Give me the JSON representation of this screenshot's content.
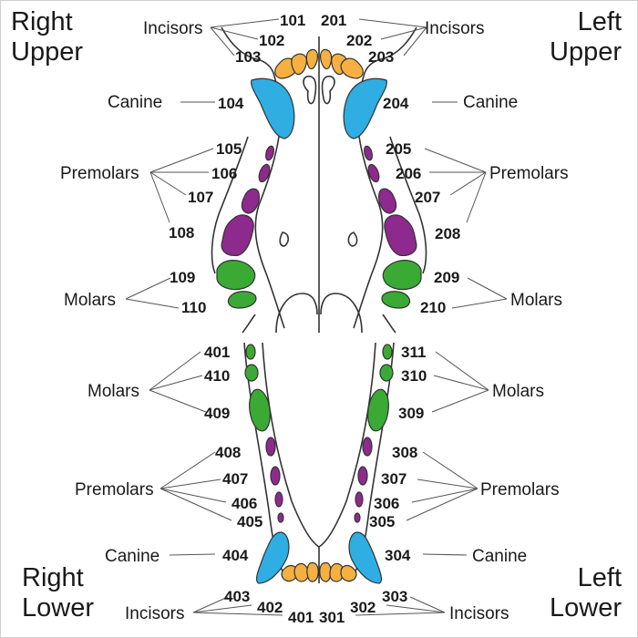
{
  "quadrants": {
    "right_upper": [
      "Right",
      "Upper"
    ],
    "left_upper": [
      "Left",
      "Upper"
    ],
    "right_lower": [
      "Right",
      "Lower"
    ],
    "left_lower": [
      "Left",
      "Lower"
    ]
  },
  "groups": {
    "incisors": "Incisors",
    "canine": "Canine",
    "premolars": "Premolars",
    "molars": "Molars"
  },
  "teeth": {
    "t101": "101",
    "t102": "102",
    "t103": "103",
    "t104": "104",
    "t105": "105",
    "t106": "106",
    "t107": "107",
    "t108": "108",
    "t109": "109",
    "t110": "110",
    "t201": "201",
    "t202": "202",
    "t203": "203",
    "t204": "204",
    "t205": "205",
    "t206": "206",
    "t207": "207",
    "t208": "208",
    "t209": "209",
    "t210": "210",
    "t301": "301",
    "t302": "302",
    "t303": "303",
    "t304": "304",
    "t305": "305",
    "t306": "306",
    "t307": "307",
    "t308": "308",
    "t309": "309",
    "t310": "310",
    "t311": "311",
    "t401": "401",
    "t402": "402",
    "t403": "403",
    "t404": "404",
    "t405": "405",
    "t406": "406",
    "t407": "407",
    "t408": "408",
    "t409": "409",
    "t410": "410",
    "t401b": "401"
  },
  "colors": {
    "incisor": "#f5b041",
    "canine": "#2eaee3",
    "premolar": "#8e2a8e",
    "molar": "#3aaa35",
    "outline": "#333333"
  }
}
